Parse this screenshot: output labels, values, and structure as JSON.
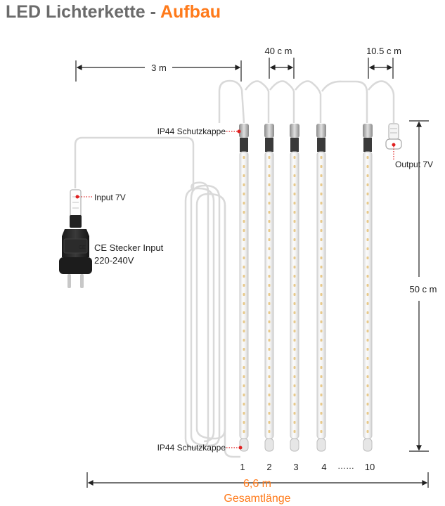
{
  "title": {
    "main": "LED Lichterkette - ",
    "highlight": "Aufbau"
  },
  "dimensions": {
    "cable_length": "3 m",
    "tube_spacing": "40 c m",
    "end_spacing": "10.5 c m",
    "tube_length": "50 c m",
    "total_length": "6,6 m",
    "total_label": "Gesamtlänge"
  },
  "callouts": {
    "cap_top": "IP44 Schutzkappe",
    "cap_bottom": "IP44 Schutzkappe",
    "output": "Output 7V",
    "input": "Input 7V",
    "plug_line1": "CE Stecker Input",
    "plug_line2": "220-240V"
  },
  "tubes": [
    "1",
    "2",
    "3",
    "4",
    "10"
  ],
  "tube_ellipsis": "……",
  "colors": {
    "accent": "#ff7a1a",
    "text": "#222222",
    "title_gray": "#6b6b6b",
    "marker": "#e02020",
    "led": "#e8c98a"
  }
}
